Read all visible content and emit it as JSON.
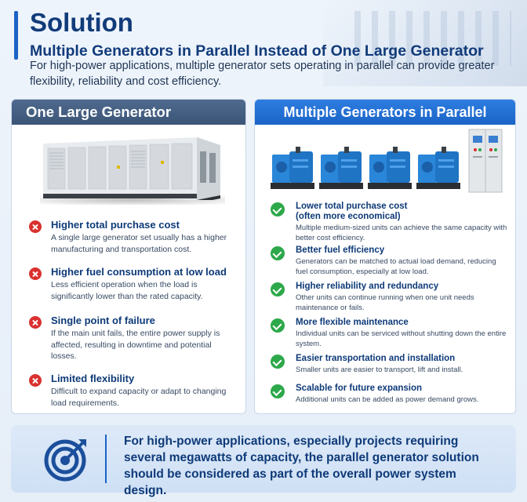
{
  "header": {
    "title": "Solution",
    "subtitle": "Multiple Generators in Parallel Instead of One Large Generator",
    "intro": "For high-power applications, multiple generator sets operating in parallel can provide greater flexibility, reliability and cost efficiency."
  },
  "left_panel": {
    "title": "One Large Generator",
    "items": [
      {
        "title": "Higher total purchase cost",
        "desc": "A single large generator set usually has a higher manufacturing and transportation cost."
      },
      {
        "title": "Higher fuel consumption at low load",
        "desc": "Less efficient operation when the load is significantly lower than the rated capacity."
      },
      {
        "title": "Single point of failure",
        "desc": "If the main unit fails, the entire power supply is affected, resulting in downtime and potential losses."
      },
      {
        "title": "Limited flexibility",
        "desc": "Difficult to expand capacity or adapt to changing load requirements."
      }
    ]
  },
  "right_panel": {
    "title": "Multiple Generators in Parallel",
    "items": [
      {
        "title": "Lower total purchase cost (often more economical)",
        "desc": "Multiple medium-sized units can achieve the same capacity with better cost efficiency."
      },
      {
        "title": "Better fuel efficiency",
        "desc": "Generators can be matched to actual load demand, reducing fuel consumption, especially at low load."
      },
      {
        "title": "Higher reliability and redundancy",
        "desc": "Other units can continue running when one unit needs maintenance or fails."
      },
      {
        "title": "More flexible maintenance",
        "desc": "Individual units can be serviced without shutting down the entire system."
      },
      {
        "title": "Easier transportation and installation",
        "desc": "Smaller units are easier to transport, lift and install."
      },
      {
        "title": "Scalable for future expansion",
        "desc": "Additional units can be added as power demand grows."
      }
    ]
  },
  "footer": {
    "text": "For high-power applications, especially projects requiring several megawatts of capacity, the parallel generator solution should be considered as part of the overall power system design."
  },
  "colors": {
    "accent": "#1b63c6",
    "title": "#113b7a",
    "negative": "#d9312f",
    "positive": "#2da84a",
    "left_header": "#4f6a8e",
    "right_header": "#2e7de0"
  },
  "icons": {
    "negative": "x-circle-icon",
    "positive": "check-circle-icon",
    "footer": "target-icon"
  }
}
